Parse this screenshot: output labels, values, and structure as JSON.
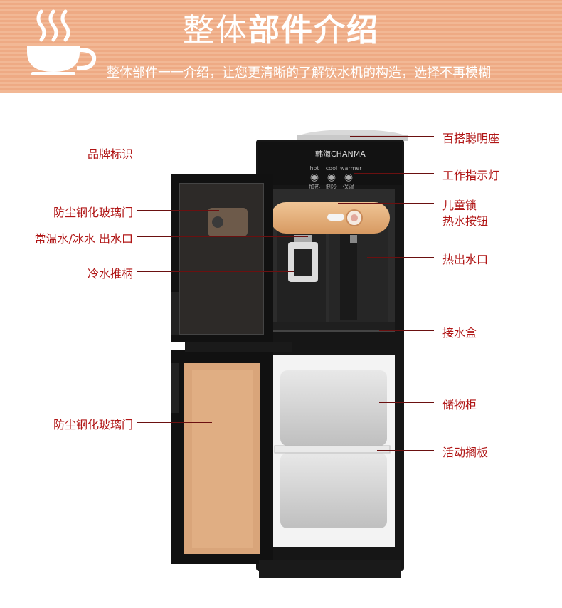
{
  "header": {
    "title_light": "整体",
    "title_bold": "部件介绍",
    "subtitle": "整体部件一一介绍，让您更清晰的了解饮水机的构造，选择不再模糊"
  },
  "icons": {
    "cup": "coffee-cup-icon"
  },
  "panel": {
    "brand": "韩海CHANMA",
    "buttons": [
      {
        "en": "hot",
        "cn": "加热"
      },
      {
        "en": "cool",
        "cn": "制冷"
      },
      {
        "en": "warmer",
        "cn": "保温"
      }
    ]
  },
  "labels": {
    "left": [
      "品牌标识",
      "防尘钢化玻璃门",
      "常温水/冰水 出水口",
      "冷水推柄",
      "防尘钢化玻璃门"
    ],
    "right": [
      "百搭聪明座",
      "工作指示灯",
      "儿童锁",
      "热水按钮",
      "热出水口",
      "接水盒",
      "储物柜",
      "活动搁板"
    ]
  },
  "colors": {
    "banner": "#f2b895",
    "label": "#b01515",
    "machine": "#1c1c1c",
    "gold_panel": "#e7b382",
    "amber_glass": "#d9a57a"
  }
}
